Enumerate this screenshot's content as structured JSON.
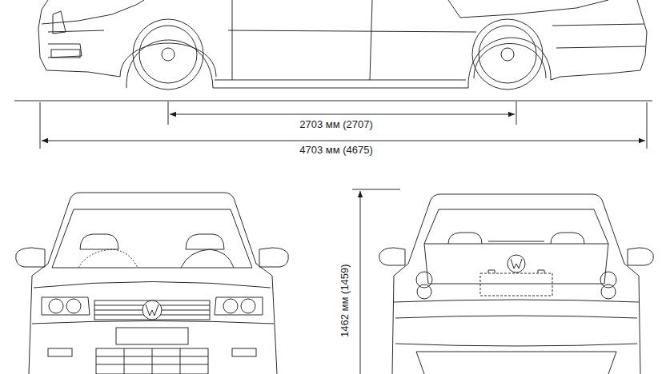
{
  "diagram": {
    "labels": [
      "2703 мм (2707)",
      "4703 мм (4675)",
      "1462 мм (1459)"
    ]
  }
}
